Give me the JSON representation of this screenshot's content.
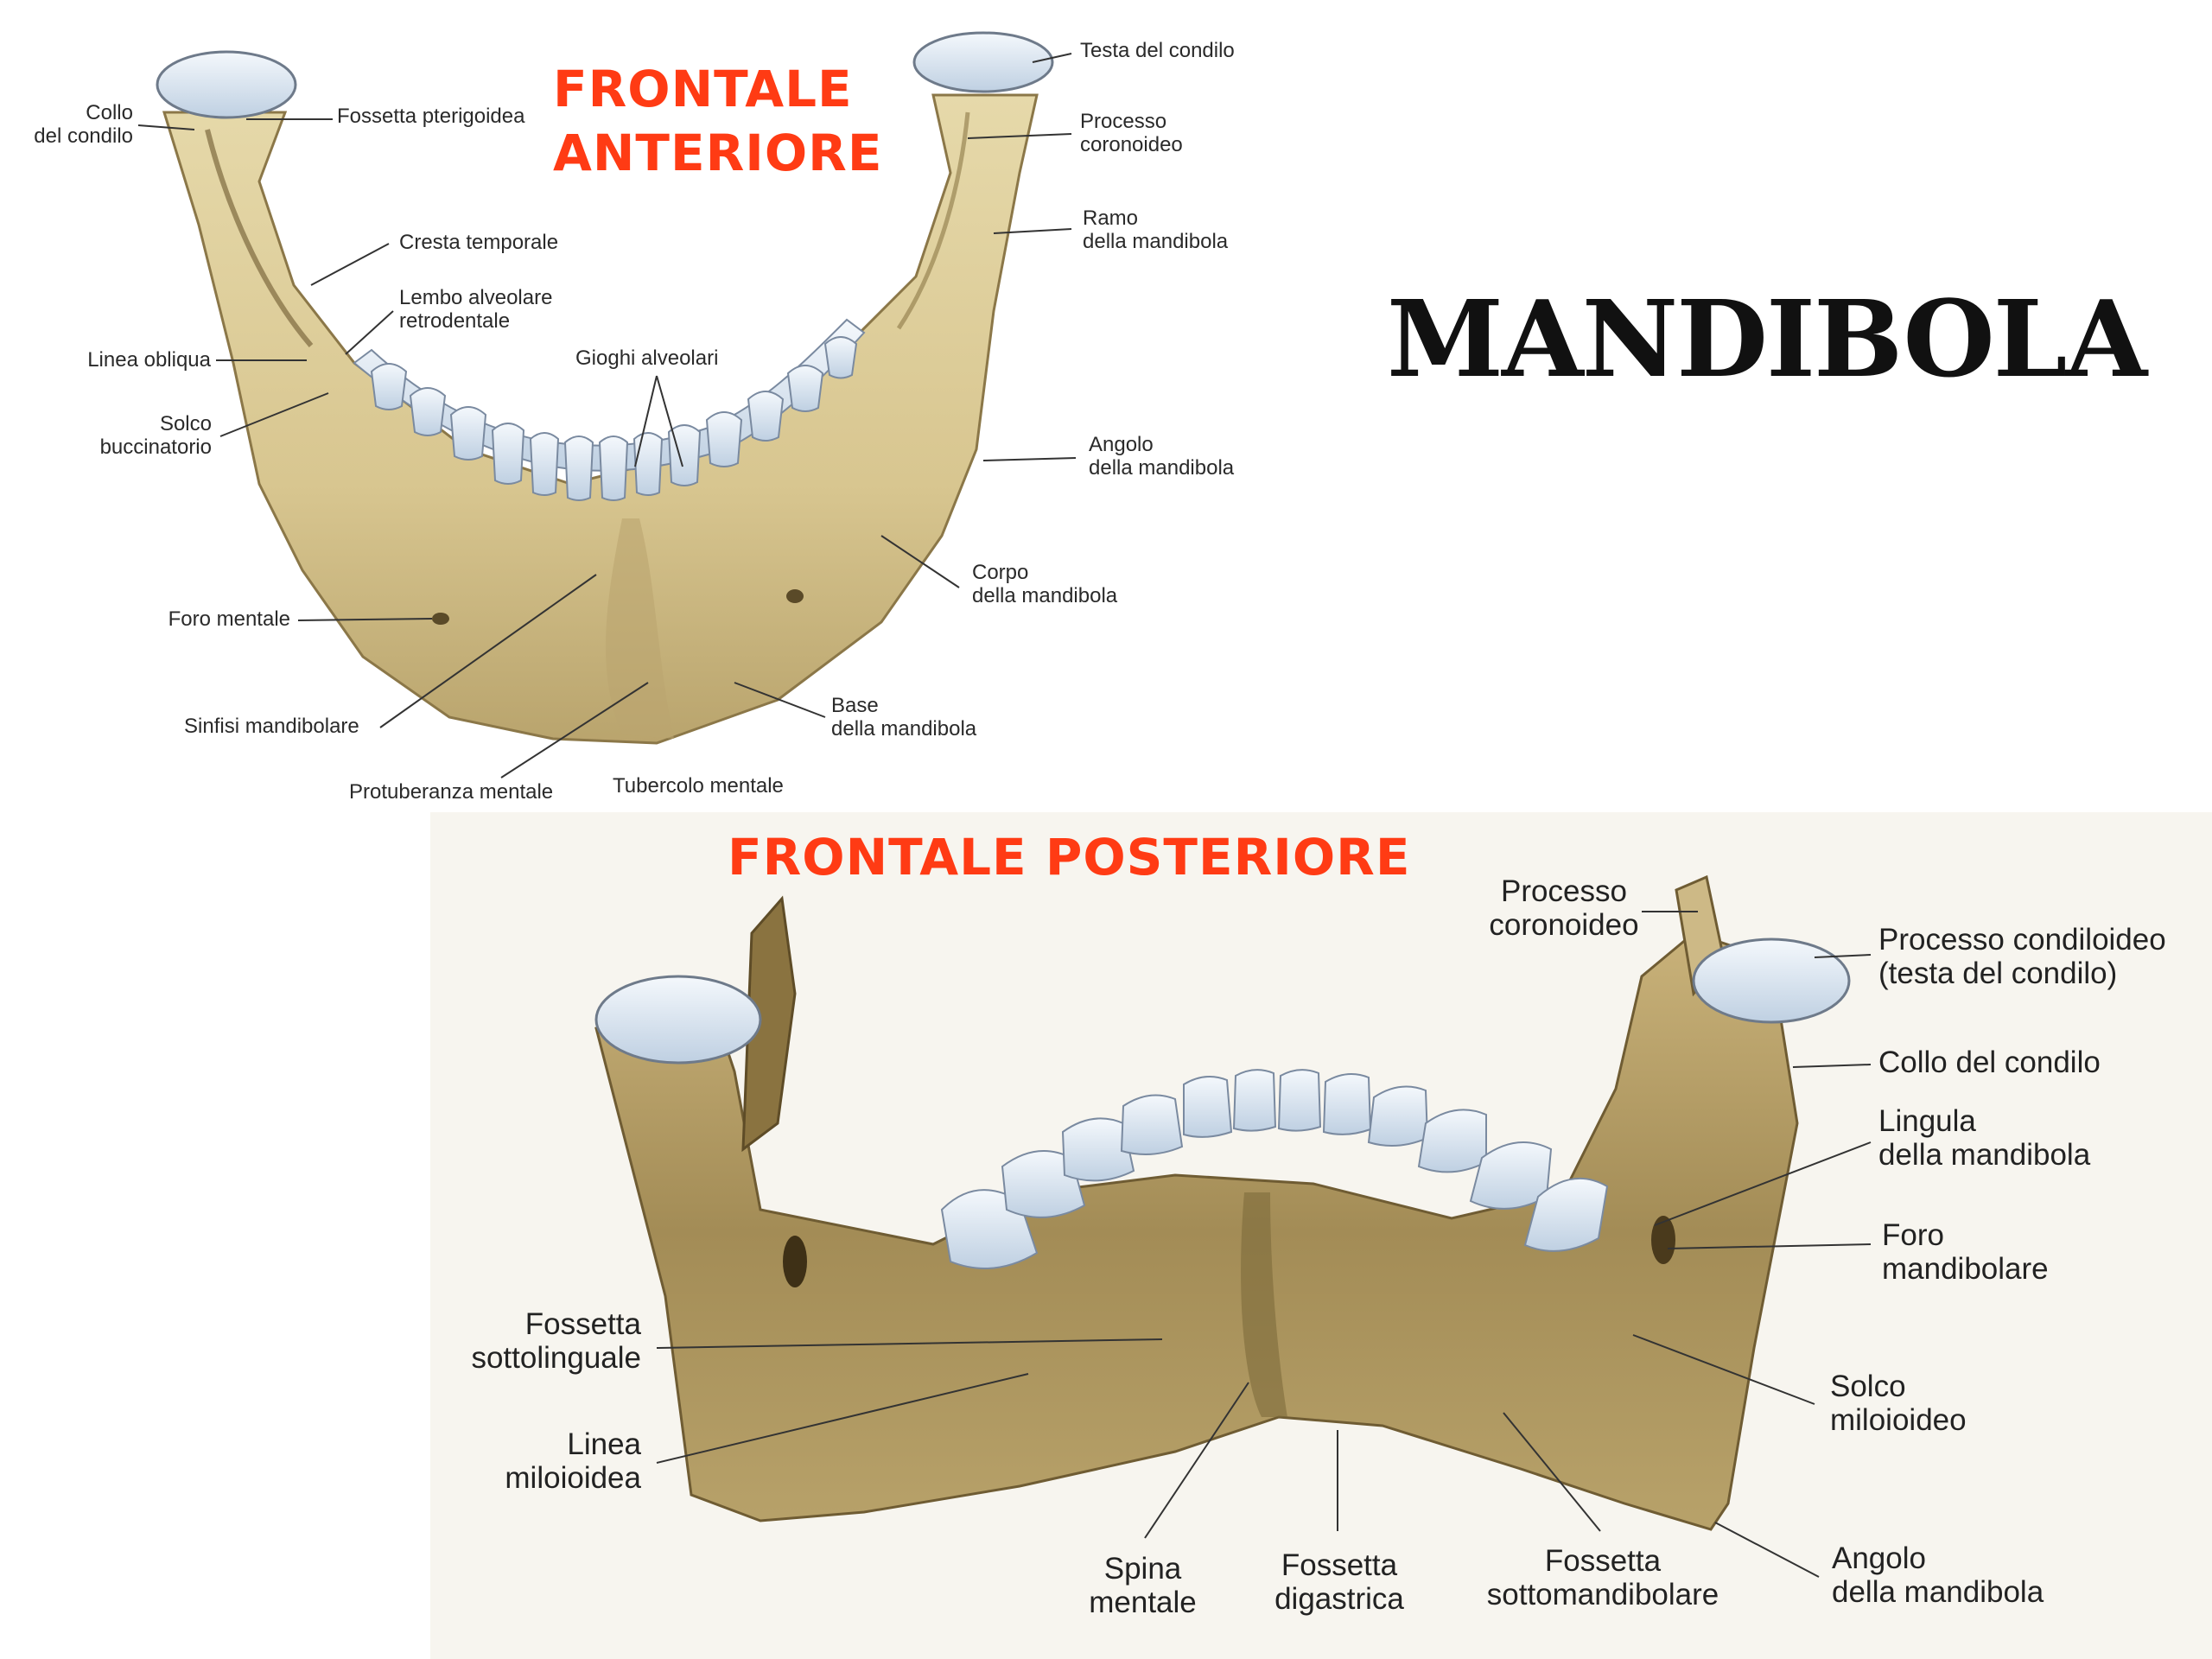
{
  "title": "MANDIBOLA",
  "anterior": {
    "heading_line1": "FRONTALE",
    "heading_line2": "ANTERIORE",
    "labels": {
      "collo_condilo": [
        "Collo",
        "del condilo"
      ],
      "fossetta_pterigoidea": "Fossetta pterigoidea",
      "testa_condilo": "Testa del condilo",
      "processo_coronoideo": [
        "Processo",
        "coronoideo"
      ],
      "ramo": [
        "Ramo",
        "della mandibola"
      ],
      "cresta_temporale": "Cresta temporale",
      "lembo_alveolare": [
        "Lembo alveolare",
        "retrodentale"
      ],
      "gioghi_alveolari": "Gioghi alveolari",
      "linea_obliqua": "Linea obliqua",
      "solco_buccinatorio": [
        "Solco",
        "buccinatorio"
      ],
      "angolo": [
        "Angolo",
        "della mandibola"
      ],
      "corpo": [
        "Corpo",
        "della mandibola"
      ],
      "foro_mentale": "Foro mentale",
      "base": [
        "Base",
        "della mandibola"
      ],
      "sinfisi": "Sinfisi mandibolare",
      "protuberanza": "Protuberanza mentale",
      "tubercolo": "Tubercolo mentale"
    }
  },
  "posterior": {
    "heading": "FRONTALE POSTERIORE",
    "labels": {
      "processo_coronoideo": [
        "Processo",
        "coronoideo"
      ],
      "processo_condiloideo": [
        "Processo condiloideo",
        "(testa del condilo)"
      ],
      "collo_condilo": "Collo del condilo",
      "lingula": [
        "Lingula",
        "della mandibola"
      ],
      "foro_mandibolare": [
        "Foro",
        "mandibolare"
      ],
      "fossetta_sottolinguale": [
        "Fossetta",
        "sottolinguale"
      ],
      "solco_miloioideo": [
        "Solco",
        "miloioideo"
      ],
      "linea_miloioidea": [
        "Linea",
        "miloioidea"
      ],
      "angolo": [
        "Angolo",
        "della mandibola"
      ],
      "spina": [
        "Spina",
        "mentale"
      ],
      "fossetta_digastrica": [
        "Fossetta",
        "digastrica"
      ],
      "fossetta_sottomandibolare": [
        "Fossetta",
        "sottomandibolare"
      ]
    }
  },
  "colors": {
    "heading": "#ff3b14",
    "bone": "#dccb97",
    "bone_shadow": "#9a8450",
    "teeth": "#dde6f0",
    "leader_line": "#333333"
  }
}
